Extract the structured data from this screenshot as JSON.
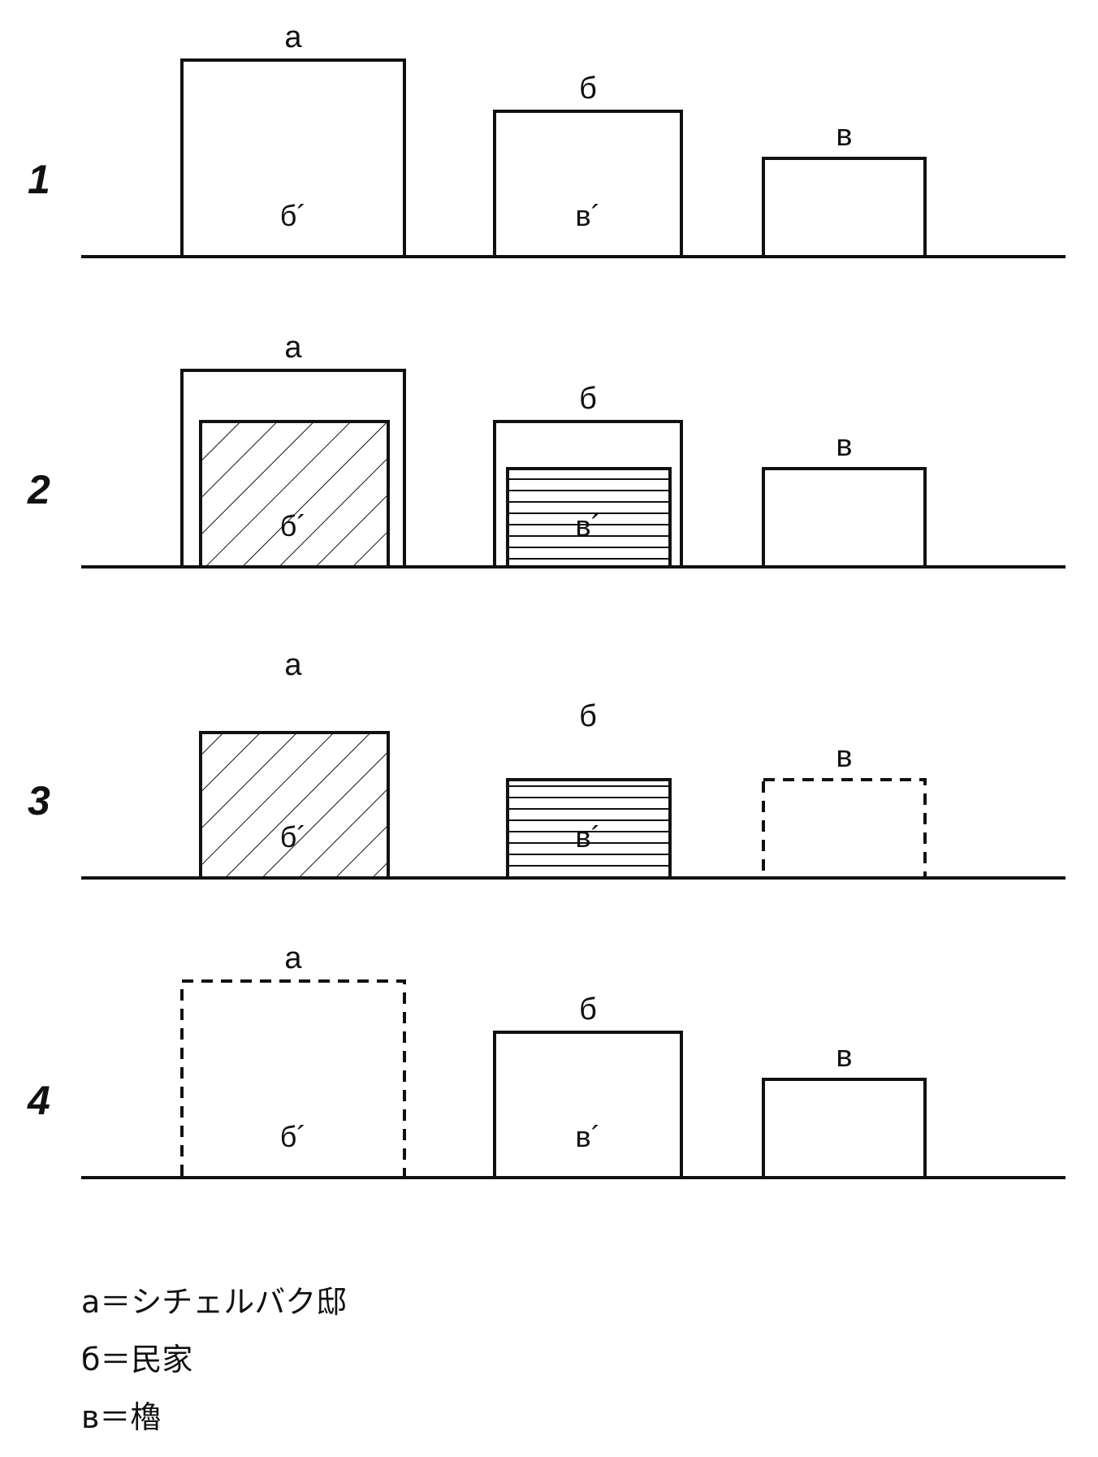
{
  "rows": [
    {
      "number": "1",
      "buildings": [
        {
          "top": "а",
          "inner": "б´",
          "border": "solid",
          "fill": "none"
        },
        {
          "top": "б",
          "inner": "в´",
          "border": "solid",
          "fill": "none"
        },
        {
          "top": "в",
          "inner": "",
          "border": "solid",
          "fill": "none"
        }
      ]
    },
    {
      "number": "2",
      "buildings": [
        {
          "top": "а",
          "inner": "б´",
          "border": "solid",
          "fill": "diagonal-hatched-inner"
        },
        {
          "top": "б",
          "inner": "в´",
          "border": "solid",
          "fill": "horizontal-hatched-inner"
        },
        {
          "top": "в",
          "inner": "",
          "border": "solid",
          "fill": "none"
        }
      ]
    },
    {
      "number": "3",
      "buildings": [
        {
          "top": "а",
          "inner": "б´",
          "border": "none",
          "fill": "diagonal-hatched-inner"
        },
        {
          "top": "б",
          "inner": "в´",
          "border": "none",
          "fill": "horizontal-hatched-inner"
        },
        {
          "top": "в",
          "inner": "",
          "border": "dashed",
          "fill": "none"
        }
      ]
    },
    {
      "number": "4",
      "buildings": [
        {
          "top": "а",
          "inner": "б´",
          "border": "dashed",
          "fill": "none"
        },
        {
          "top": "б",
          "inner": "в´",
          "border": "solid",
          "fill": "none"
        },
        {
          "top": "в",
          "inner": "",
          "border": "solid",
          "fill": "none"
        }
      ]
    }
  ],
  "legend": [
    "а＝シチェルバク邸",
    "б＝民家",
    "в＝櫓"
  ],
  "colors": {
    "stroke": "#111111",
    "background": "#ffffff"
  }
}
